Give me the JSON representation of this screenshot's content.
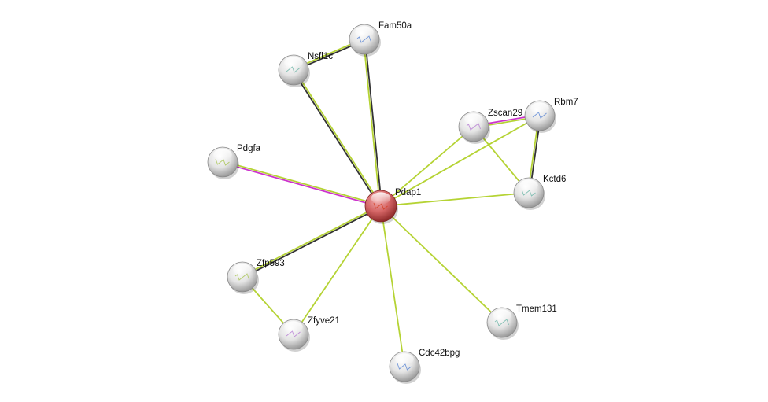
{
  "network": {
    "query_node": "Pdap1",
    "nodes": [
      {
        "id": "Pdap1",
        "label": "Pdap1",
        "query": true
      },
      {
        "id": "Fam50a",
        "label": "Fam50a"
      },
      {
        "id": "Nsfl1c",
        "label": "Nsfl1c"
      },
      {
        "id": "Pdgfa",
        "label": "Pdgfa"
      },
      {
        "id": "Zscan29",
        "label": "Zscan29"
      },
      {
        "id": "Rbm7",
        "label": "Rbm7"
      },
      {
        "id": "Kctd6",
        "label": "Kctd6"
      },
      {
        "id": "Zfp593",
        "label": "Zfp593"
      },
      {
        "id": "Zfyve21",
        "label": "Zfyve21"
      },
      {
        "id": "Cdc42bpg",
        "label": "Cdc42bpg"
      },
      {
        "id": "Tmem131",
        "label": "Tmem131"
      }
    ],
    "edge_colors": {
      "textmining": "#b5d334",
      "coexpression": "#333333",
      "experiments": "#cc33cc"
    },
    "edges": [
      {
        "a": "Pdap1",
        "b": "Fam50a",
        "types": [
          "textmining",
          "coexpression"
        ]
      },
      {
        "a": "Pdap1",
        "b": "Nsfl1c",
        "types": [
          "coexpression",
          "textmining"
        ]
      },
      {
        "a": "Nsfl1c",
        "b": "Fam50a",
        "types": [
          "textmining",
          "coexpression"
        ]
      },
      {
        "a": "Pdap1",
        "b": "Pdgfa",
        "types": [
          "experiments",
          "textmining"
        ]
      },
      {
        "a": "Pdap1",
        "b": "Zscan29",
        "types": [
          "textmining"
        ]
      },
      {
        "a": "Pdap1",
        "b": "Rbm7",
        "types": [
          "textmining"
        ]
      },
      {
        "a": "Pdap1",
        "b": "Kctd6",
        "types": [
          "textmining"
        ]
      },
      {
        "a": "Zscan29",
        "b": "Rbm7",
        "types": [
          "experiments",
          "textmining"
        ]
      },
      {
        "a": "Zscan29",
        "b": "Kctd6",
        "types": [
          "textmining"
        ]
      },
      {
        "a": "Rbm7",
        "b": "Kctd6",
        "types": [
          "coexpression",
          "textmining"
        ]
      },
      {
        "a": "Pdap1",
        "b": "Zfp593",
        "types": [
          "coexpression",
          "textmining"
        ]
      },
      {
        "a": "Pdap1",
        "b": "Zfyve21",
        "types": [
          "textmining"
        ]
      },
      {
        "a": "Zfp593",
        "b": "Zfyve21",
        "types": [
          "textmining"
        ]
      },
      {
        "a": "Pdap1",
        "b": "Cdc42bpg",
        "types": [
          "textmining"
        ]
      },
      {
        "a": "Pdap1",
        "b": "Tmem131",
        "types": [
          "textmining"
        ]
      }
    ]
  }
}
